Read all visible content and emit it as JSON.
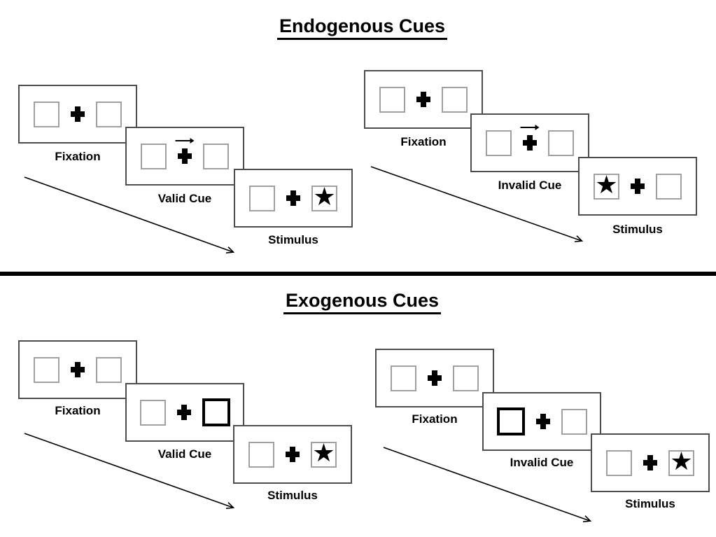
{
  "sections": [
    {
      "title": "Endogenous Cues",
      "trials": [
        {
          "type": "valid",
          "panels": [
            {
              "label": "Fixation"
            },
            {
              "label": "Valid Cue"
            },
            {
              "label": "Stimulus"
            }
          ]
        },
        {
          "type": "invalid",
          "panels": [
            {
              "label": "Fixation"
            },
            {
              "label": "Invalid Cue"
            },
            {
              "label": "Stimulus"
            }
          ]
        }
      ]
    },
    {
      "title": "Exogenous Cues",
      "trials": [
        {
          "type": "valid",
          "panels": [
            {
              "label": "Fixation"
            },
            {
              "label": "Valid Cue"
            },
            {
              "label": "Stimulus"
            }
          ]
        },
        {
          "type": "invalid",
          "panels": [
            {
              "label": "Fixation"
            },
            {
              "label": "Invalid Cue"
            },
            {
              "label": "Stimulus"
            }
          ]
        }
      ]
    }
  ],
  "glyphs": {
    "target_star": "★",
    "fixation_cross": "✚",
    "cue_arrow": "→"
  },
  "colors": {
    "panel_border": "#4d4d4d",
    "placeholder_border": "#a0a0a0",
    "highlight_border": "#000000",
    "ink": "#000000"
  }
}
